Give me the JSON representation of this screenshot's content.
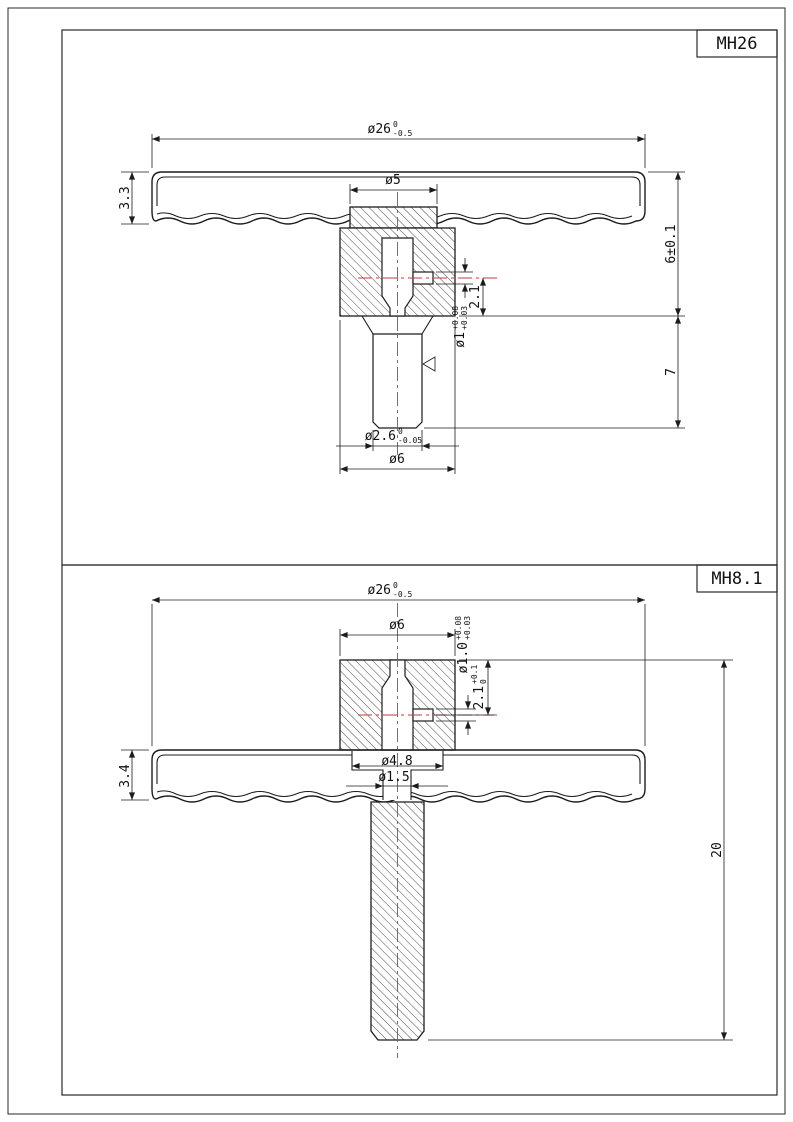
{
  "colors": {
    "line": "#1c1c1c",
    "centerline": "#c23b3b",
    "paper": "#ffffff"
  },
  "views": [
    {
      "label": "MH26",
      "dims": {
        "disc_dia": {
          "main": "ø26",
          "tol_top": "0",
          "tol_bot": "-0.5"
        },
        "boss_dia": "ø5",
        "disc_thickness": "3.3",
        "body_height": "6±0.1",
        "hole_depth": "2.1",
        "hole_dia": {
          "main": "ø1",
          "tol_top": "+0.08",
          "tol_bot": "+0.03"
        },
        "stem_length": "7",
        "stem_dia": {
          "main": "ø2.6",
          "tol_top": "0",
          "tol_bot": "-0.05"
        },
        "body_dia": "ø6"
      }
    },
    {
      "label": "MH8.1",
      "dims": {
        "disc_dia": {
          "main": "ø26",
          "tol_top": "0",
          "tol_bot": "-0.5"
        },
        "body_dia": "ø6",
        "hole_dia": {
          "main": "ø1.0",
          "tol_top": "+0.08",
          "tol_bot": "+0.03"
        },
        "hole_depth": {
          "main": "2.1",
          "tol_top": "+0.1",
          "tol_bot": "0"
        },
        "bore_dia": "ø4.8",
        "small_bore_dia": "ø1.5",
        "disc_thickness": "3.4",
        "stem_length": "20"
      }
    }
  ]
}
